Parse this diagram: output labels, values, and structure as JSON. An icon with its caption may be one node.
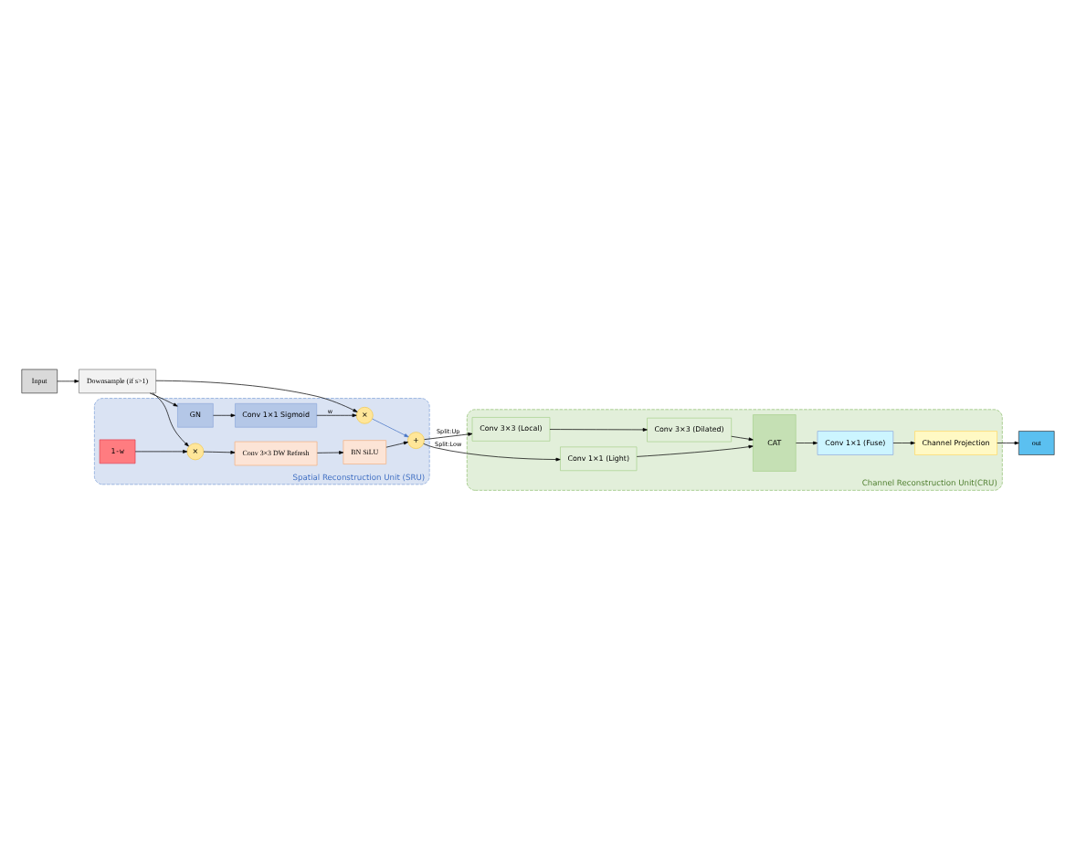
{
  "diagram": {
    "nodes": [
      {
        "text": [
          "Input"
        ]
      },
      {
        "text": [
          "Downsample (if s>1)"
        ]
      },
      {
        "text": [
          "Spatial Reconstruction Unit (SRU)"
        ]
      },
      {
        "text": [
          "×"
        ],
        "in": 2
      },
      {
        "text": [
          "Conv 3×3 DW Refresh"
        ],
        "in": 2
      },
      {
        "text": [
          "1-w"
        ],
        "in": 2
      },
      {
        "text": [
          "BN SiLU"
        ],
        "in": 2
      },
      {
        "text": [
          "+"
        ],
        "in": 2
      },
      {
        "text": [
          "GN"
        ],
        "in": 2
      },
      {
        "text": [
          "Conv 1×1 Sigmoid"
        ],
        "in": 2
      },
      {
        "text": [
          "×"
        ],
        "in": 2
      },
      {
        "text": [
          "Channel Reconstruction Unit(CRU)"
        ]
      },
      {
        "text": [
          "Conv 3×3 (Local)"
        ],
        "in": 11
      },
      {
        "text": [
          "Conv 3×3 (Dilated)"
        ],
        "in": 11
      },
      {
        "text": [
          "CAT"
        ],
        "in": 11
      },
      {
        "text": [
          "Conv 1×1 (Fuse)"
        ],
        "in": 11
      },
      {
        "text": [
          "Channel Projection"
        ],
        "in": 11
      },
      {
        "text": [
          "Conv 1×1 (Light)"
        ],
        "in": 11
      },
      {
        "text": [
          "out"
        ]
      }
    ],
    "edges": [
      {
        "from": 0,
        "to": 1,
        "arrow": "to"
      },
      {
        "from": 1,
        "to": 3,
        "arrow": "to"
      },
      {
        "from": 5,
        "to": 3,
        "arrow": "to"
      },
      {
        "from": 3,
        "to": 4,
        "arrow": "to"
      },
      {
        "from": 4,
        "to": 6,
        "arrow": "to"
      },
      {
        "from": 6,
        "to": 7,
        "arrow": "to"
      },
      {
        "from": 1,
        "to": 8,
        "arrow": "to"
      },
      {
        "from": 8,
        "to": 9,
        "arrow": "to"
      },
      {
        "from": 9,
        "to": 10,
        "arrow": "to",
        "label": "w"
      },
      {
        "from": 1,
        "to": 10,
        "arrow": "to"
      },
      {
        "from": 10,
        "to": 7,
        "arrow": "to",
        "color": "#4472c4"
      },
      {
        "from": 7,
        "to": 12,
        "arrow": "to",
        "label": "Split:Up"
      },
      {
        "from": 7,
        "to": 17,
        "arrow": "to",
        "label": "Split:Low"
      },
      {
        "from": 12,
        "to": 13,
        "arrow": "to"
      },
      {
        "from": 13,
        "to": 14,
        "arrow": "to"
      },
      {
        "from": 17,
        "to": 14,
        "arrow": "to"
      },
      {
        "from": 14,
        "to": 15,
        "arrow": "to"
      },
      {
        "from": 15,
        "to": 16,
        "arrow": "to"
      },
      {
        "from": 16,
        "to": 18,
        "arrow": "to"
      }
    ]
  }
}
